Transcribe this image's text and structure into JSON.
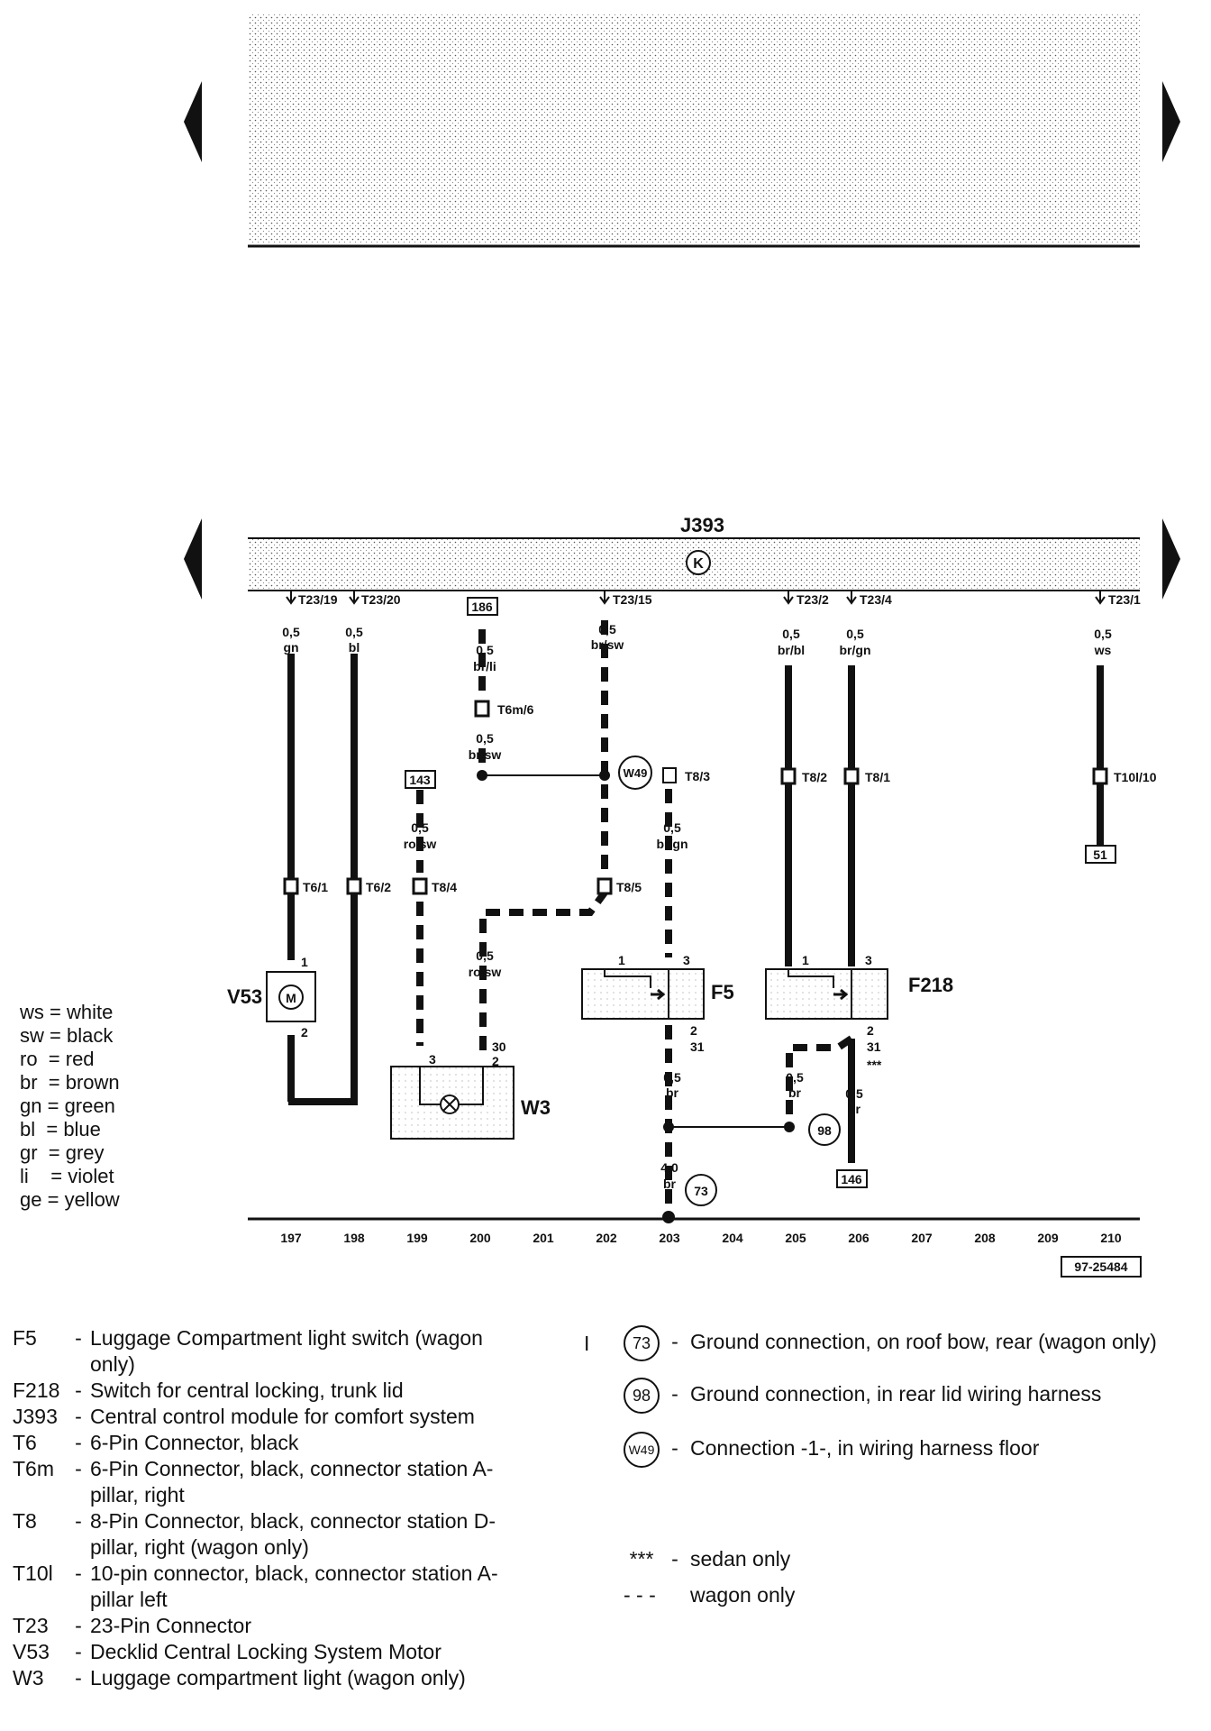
{
  "diagram": {
    "module_label": "J393",
    "module_symbol": "K",
    "drawing_number": "97-25484",
    "columns": [
      "197",
      "198",
      "199",
      "200",
      "201",
      "202",
      "203",
      "204",
      "205",
      "206",
      "207",
      "208",
      "209",
      "210"
    ],
    "pins": {
      "t23_19": "T23/19",
      "t23_20": "T23/20",
      "t23_15": "T23/15",
      "t23_2": "T23/2",
      "t23_4": "T23/4",
      "t23_1": "T23/1"
    },
    "wires": {
      "w197": {
        "size": "0,5",
        "color": "gn"
      },
      "w198": {
        "size": "0,5",
        "color": "bl"
      },
      "w200a": {
        "size": "0,5",
        "color": "br/li"
      },
      "w200b": {
        "size": "0,5",
        "color": "br/sw"
      },
      "w199": {
        "size": "0,5",
        "color": "ro/sw"
      },
      "w200c": {
        "size": "0,5",
        "color": "ro/sw"
      },
      "w202": {
        "size": "0,5",
        "color": "br/sw"
      },
      "w203a": {
        "size": "0,5",
        "color": "br/gn"
      },
      "w205": {
        "size": "0,5",
        "color": "br/bl"
      },
      "w206": {
        "size": "0,5",
        "color": "br/gn"
      },
      "w210": {
        "size": "0,5",
        "color": "ws"
      },
      "w203g": {
        "size": "0,5",
        "color": "br"
      },
      "w205g": {
        "size": "0,5",
        "color": "br"
      },
      "w206g": {
        "size": "0,5",
        "color": "br"
      },
      "w203main": {
        "size": "4,0",
        "color": "br"
      }
    },
    "refs": {
      "r186": "186",
      "r143": "143",
      "r51": "51",
      "r146": "146"
    },
    "connectors": {
      "t6m6": "T6m/6",
      "t8_3": "T8/3",
      "t8_2": "T8/2",
      "t8_1": "T8/1",
      "t10l10": "T10l/10",
      "t6_1": "T6/1",
      "t6_2": "T6/2",
      "t8_4": "T8/4",
      "t8_5": "T8/5"
    },
    "grounds": {
      "g73": "73",
      "g98": "98",
      "w49": "W49"
    },
    "components": {
      "v53": "V53",
      "w3": "W3",
      "f5": "F5",
      "f218": "F218"
    },
    "pin_numbers": {
      "v53_1": "1",
      "v53_2": "2",
      "w3_3": "3",
      "w3_30": "30",
      "w3_2": "2",
      "f5_1": "1",
      "f5_3": "3",
      "f5_2": "2",
      "f5_31": "31",
      "f218_1": "1",
      "f218_3": "3",
      "f218_2": "2",
      "f218_31": "31"
    },
    "stars": "***"
  },
  "color_codes": [
    {
      "code": "ws",
      "name": "white"
    },
    {
      "code": "sw",
      "name": "black"
    },
    {
      "code": "ro",
      "name": "red"
    },
    {
      "code": "br",
      "name": "brown"
    },
    {
      "code": "gn",
      "name": "green"
    },
    {
      "code": "bl",
      "name": "blue"
    },
    {
      "code": "gr",
      "name": "grey"
    },
    {
      "code": "li",
      "name": "violet"
    },
    {
      "code": "ge",
      "name": "yellow"
    }
  ],
  "legend": [
    {
      "code": "F5",
      "desc": "Luggage Compartment light switch (wagon only)"
    },
    {
      "code": "F218",
      "desc": "Switch for central locking, trunk lid"
    },
    {
      "code": "J393",
      "desc": "Central control module for comfort system"
    },
    {
      "code": "T6",
      "desc": "6-Pin Connector, black"
    },
    {
      "code": "T6m",
      "desc": "6-Pin Connector, black, connector station A-pillar, right"
    },
    {
      "code": "T8",
      "desc": "8-Pin Connector, black, connector station D-pillar, right (wagon only)"
    },
    {
      "code": "T10l",
      "desc": "10-pin connector, black, connector station A-pillar left"
    },
    {
      "code": "T23",
      "desc": "23-Pin Connector"
    },
    {
      "code": "V53",
      "desc": "Decklid Central Locking System Motor"
    },
    {
      "code": "W3",
      "desc": "Luggage compartment light (wagon only)"
    }
  ],
  "ground_legend": [
    {
      "symbol": "73",
      "desc": "Ground connection, on roof bow, rear (wagon only)"
    },
    {
      "symbol": "98",
      "desc": "Ground connection, in rear lid wiring harness"
    },
    {
      "symbol": "W49",
      "desc": "Connection -1-, in wiring harness  floor"
    }
  ],
  "notes": [
    {
      "symbol": "***",
      "desc": "sedan only"
    },
    {
      "symbol": "- - -",
      "desc": "wagon only"
    }
  ],
  "stray_mark": "I"
}
